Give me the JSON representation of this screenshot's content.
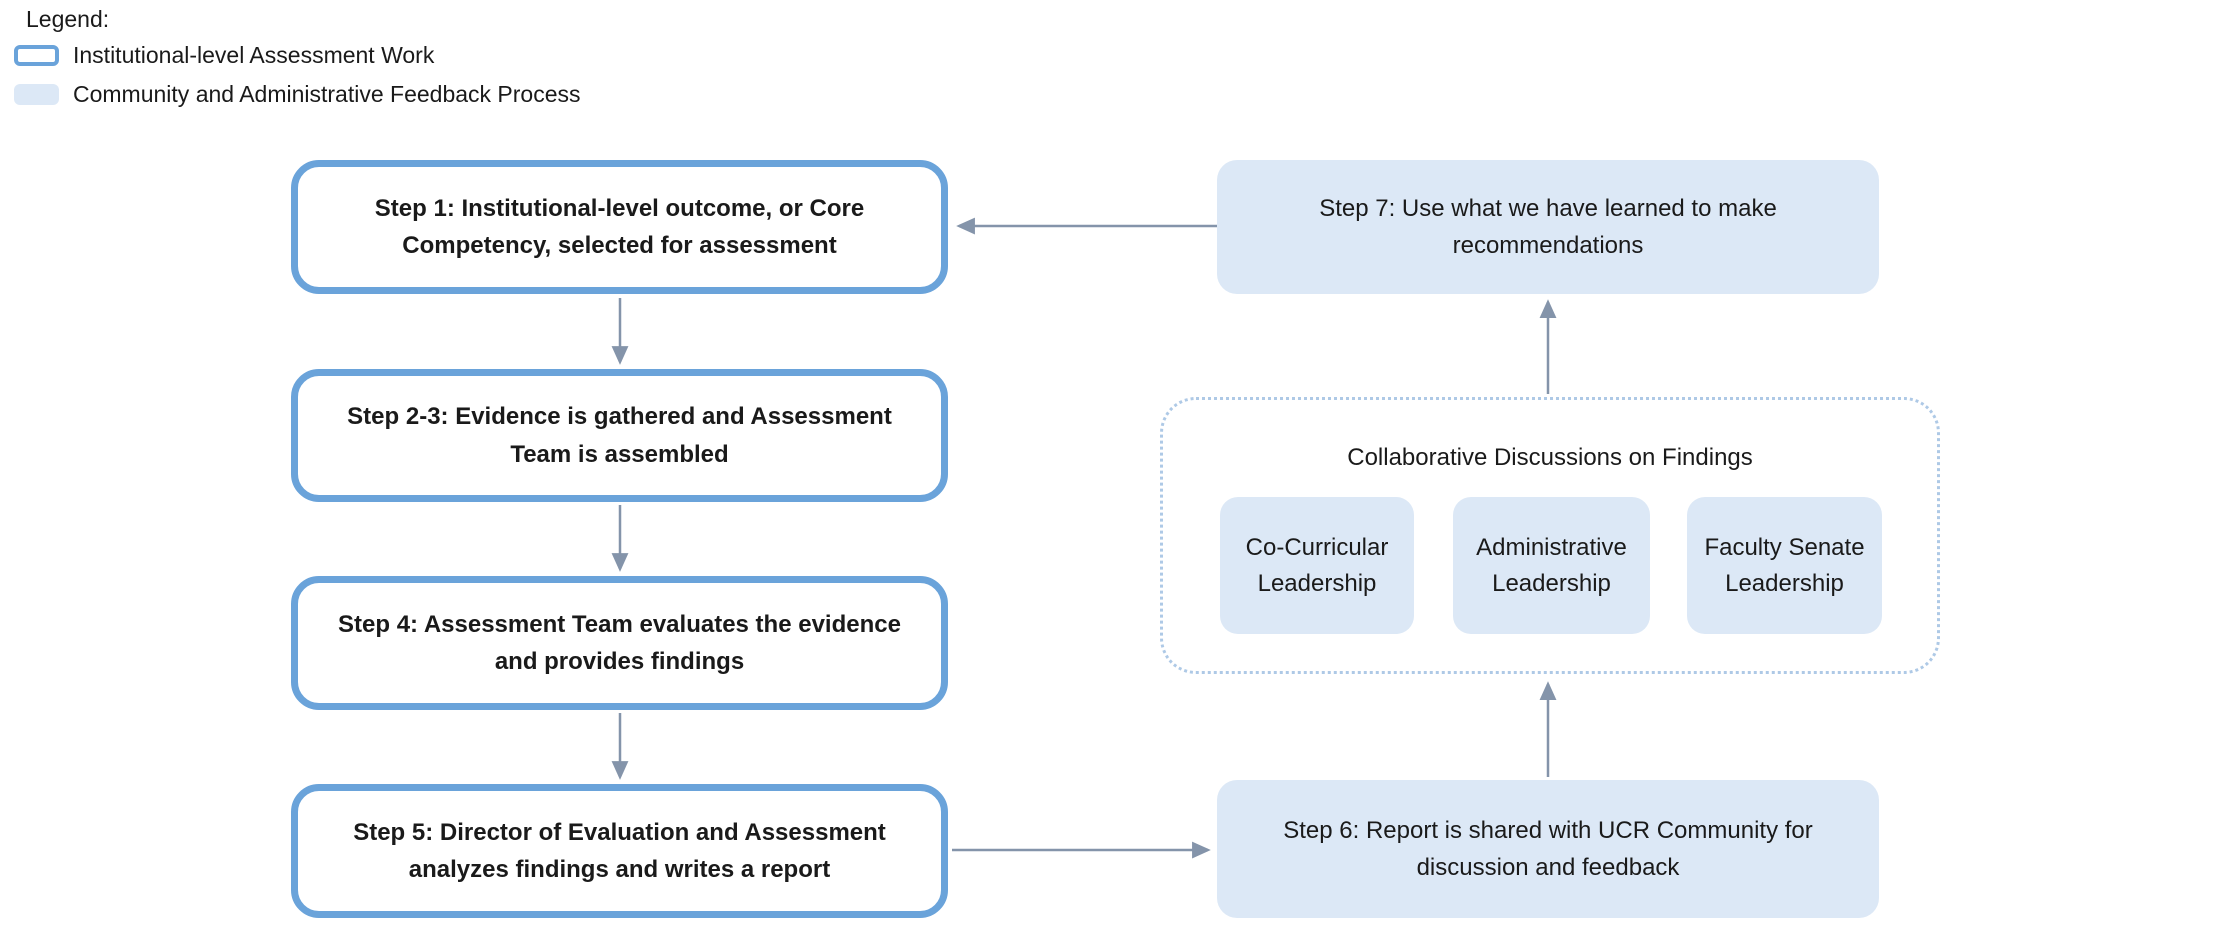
{
  "legend": {
    "title": "Legend:",
    "items": [
      {
        "label": "Institutional-level Assessment Work",
        "swatch": "outlined"
      },
      {
        "label": "Community and Administrative Feedback Process",
        "swatch": "filled"
      }
    ]
  },
  "diagram": {
    "left_steps": [
      "Step 1: Institutional-level outcome, or Core Competency, selected for assessment",
      "Step 2-3: Evidence is gathered and Assessment Team is assembled",
      "Step 4: Assessment Team evaluates the evidence and provides findings",
      "Step 5: Director of Evaluation and Assessment analyzes findings and writes a report"
    ],
    "step7": "Step 7: Use what we have learned to make recommendations",
    "step6": "Step 6: Report is shared with UCR Community for discussion and feedback",
    "collaborative": {
      "title": "Collaborative Discussions on Findings",
      "groups": [
        "Co-Curricular Leadership",
        "Administrative Leadership",
        "Faculty Senate Leadership"
      ]
    }
  },
  "colors": {
    "institutional_border": "#6aa3da",
    "feedback_fill": "#dce8f6",
    "dotted_border": "#aec9e6",
    "arrow": "#8494aa",
    "text": "#1a1a1a"
  }
}
